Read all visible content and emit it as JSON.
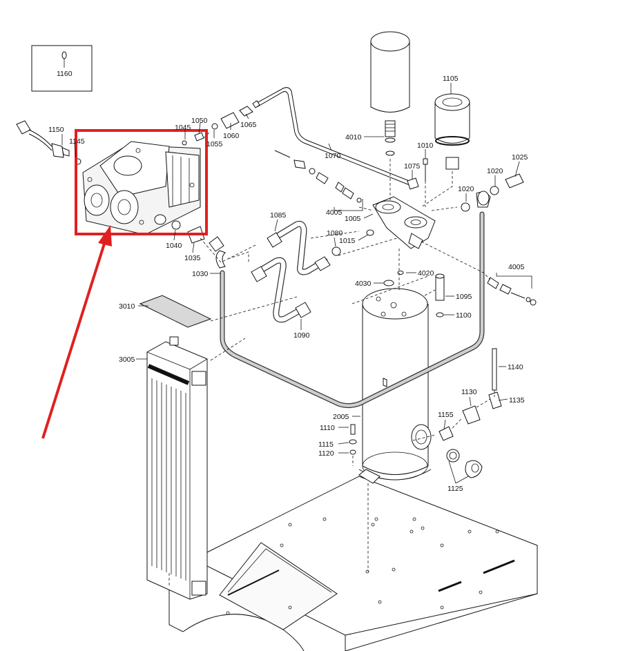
{
  "callouts": {
    "p1160": "1160",
    "p1150": "1150",
    "p1145": "1145",
    "p1045": "1045",
    "p1050": "1050",
    "p1055": "1055",
    "p1060": "1060",
    "p1065": "1065",
    "p1070": "1070",
    "p4010": "4010",
    "p1105": "1105",
    "p1010": "1010",
    "p1075": "1075",
    "p1020a": "1020",
    "p1020b": "1020",
    "p1025": "1025",
    "p4005a": "4005",
    "p1005": "1005",
    "p1085": "1085",
    "p1080": "1080",
    "p1015": "1015",
    "p1040": "1040",
    "p1035": "1035",
    "p1030": "1030",
    "p4020": "4020",
    "p4030": "4030",
    "p1095": "1095",
    "p1100": "1100",
    "p4005b": "4005",
    "p3010": "3010",
    "p1090": "1090",
    "p3005": "3005",
    "p1140": "1140",
    "p1130": "1130",
    "p1135": "1135",
    "p1155": "1155",
    "p2005": "2005",
    "p1110": "1110",
    "p1115": "1115",
    "p1120": "1120",
    "p1125": "1125"
  },
  "colors": {
    "highlight": "#e02020",
    "ink": "#111111",
    "background": "#ffffff"
  }
}
